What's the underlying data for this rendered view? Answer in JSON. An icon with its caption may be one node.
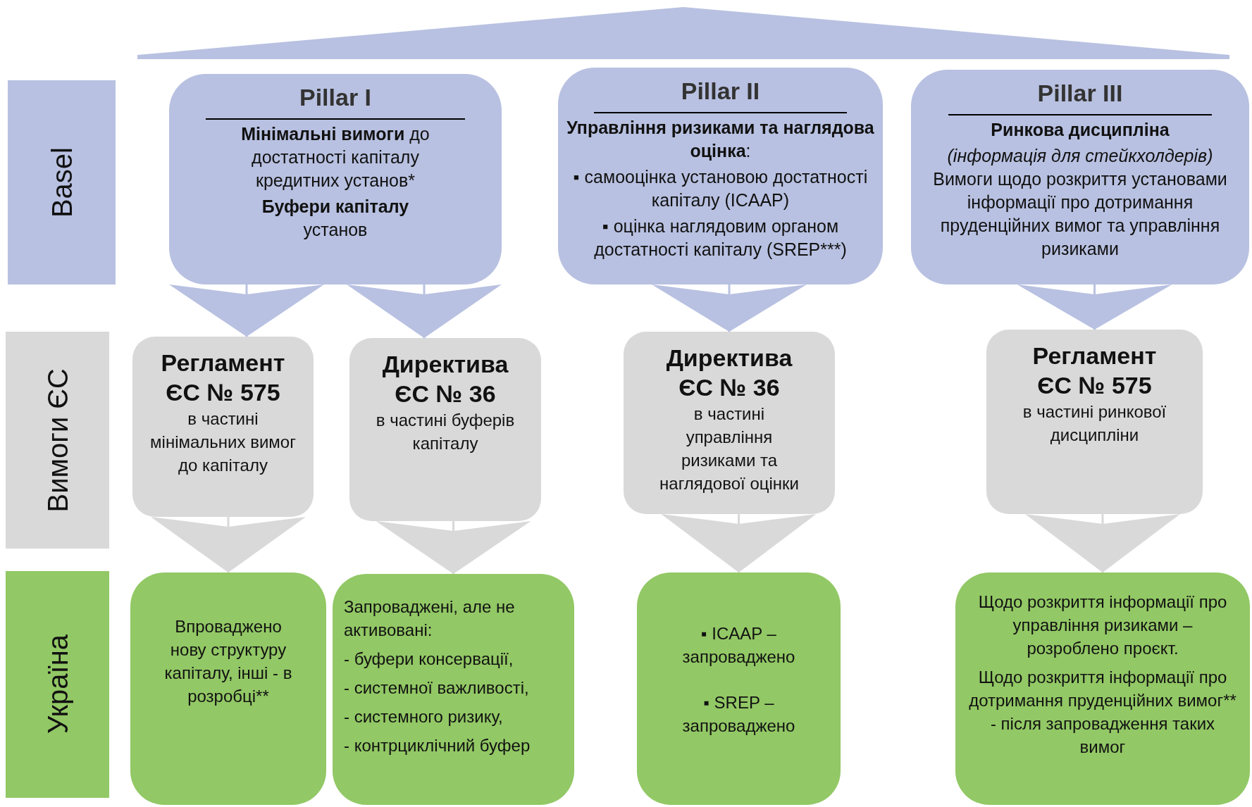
{
  "diagram": {
    "nodes": [
      {
        "text": [
          "Basel"
        ]
      },
      {
        "text": [
          "Вимоги ЄС"
        ]
      },
      {
        "text": [
          "Україна"
        ]
      },
      {
        "text": [
          "Pillar I",
          "**Мінімальні вимоги** до достатності капіталу кредитних установ*",
          "**Буфери капіталу** установ"
        ]
      },
      {
        "text": [
          "Pillar II",
          "**Управління ризиками та наглядова оцінка**:",
          "▪ самооцінка установою достатності капіталу (ICAAP)",
          "▪ оцінка наглядовим органом достатності капіталу (SREP***)"
        ]
      },
      {
        "text": [
          "Pillar III",
          "**Ринкова дисципліна**",
          "*(інформація для стейкхолдерів)* Вимоги щодо розкриття установами інформації про дотримання пруденційних вимог та управління ризиками"
        ]
      },
      {
        "text": [
          "Регламент ЄС № 575",
          "в частині мінімальних вимог до капіталу"
        ]
      },
      {
        "text": [
          "Директива ЄС № 36",
          "в частині буферів капіталу"
        ]
      },
      {
        "text": [
          "Директива ЄС № 36",
          "в частині управління ризиками та наглядової оцінки"
        ]
      },
      {
        "text": [
          "Регламент ЄС № 575",
          "в частині ринкової дисципліни"
        ]
      },
      {
        "text": [
          "Впроваджено нову структуру капіталу, інші - в розробці**"
        ]
      },
      {
        "text": [
          "Запроваджені, але не активовані:",
          "- буфери консервації,",
          "- системної важливості,",
          "- системного ризику,",
          "- контрциклічний буфер"
        ]
      },
      {
        "text": [
          "▪ ICAAP – запроваджено",
          "▪ SREP – запроваджено"
        ]
      },
      {
        "text": [
          "Щодо розкриття інформації про управління ризиками – розроблено проєкт.",
          "Щодо розкриття інформації про дотримання пруденційних вимог** - після запровадження таких вимог"
        ]
      },
      {
        "text": [],
        "shape": "triangle"
      }
    ],
    "edges": [
      {
        "from": 3,
        "to": 6,
        "arrow": "to",
        "color": "#b8c1e1"
      },
      {
        "from": 3,
        "to": 7,
        "arrow": "to",
        "color": "#b8c1e1"
      },
      {
        "from": 4,
        "to": 8,
        "arrow": "to",
        "color": "#b8c1e1"
      },
      {
        "from": 5,
        "to": 9,
        "arrow": "to",
        "color": "#b8c1e1"
      },
      {
        "from": 6,
        "to": 10,
        "arrow": "to",
        "color": "#d9d9d9"
      },
      {
        "from": 7,
        "to": 11,
        "arrow": "to",
        "color": "#d9d9d9"
      },
      {
        "from": 8,
        "to": 12,
        "arrow": "to",
        "color": "#d9d9d9"
      },
      {
        "from": 9,
        "to": 13,
        "arrow": "to",
        "color": "#d9d9d9"
      }
    ]
  }
}
